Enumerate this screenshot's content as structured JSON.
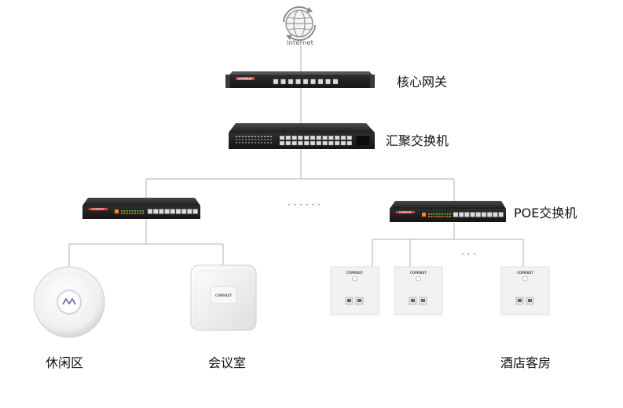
{
  "internet": {
    "label": "Internet",
    "icon": "globe-icon"
  },
  "core_gateway": {
    "label": "核心网关",
    "brand": "COMFAST"
  },
  "aggregation_switch": {
    "label": "汇聚交换机"
  },
  "poe_switch": {
    "label": "POE交换机",
    "brand": "COMFAST"
  },
  "more_switches": "· · · · · ·",
  "more_panels": "· · ·",
  "access_points": [
    {
      "label": "休闲区",
      "brand": ""
    },
    {
      "label": "会议室",
      "brand": "COMFAST"
    }
  ],
  "hotel_room": {
    "label": "酒店客房",
    "panels": [
      {
        "brand": "COMFAST"
      },
      {
        "brand": "COMFAST"
      },
      {
        "brand": "COMFAST"
      }
    ]
  },
  "colors": {
    "device_dark": "#2a2a2a",
    "port": "#dcdcdc",
    "led_green": "#4fd14f",
    "led_orange": "#ff8a1a",
    "line": "#b0b0b0",
    "panel_bg": "#f2f2f2"
  }
}
